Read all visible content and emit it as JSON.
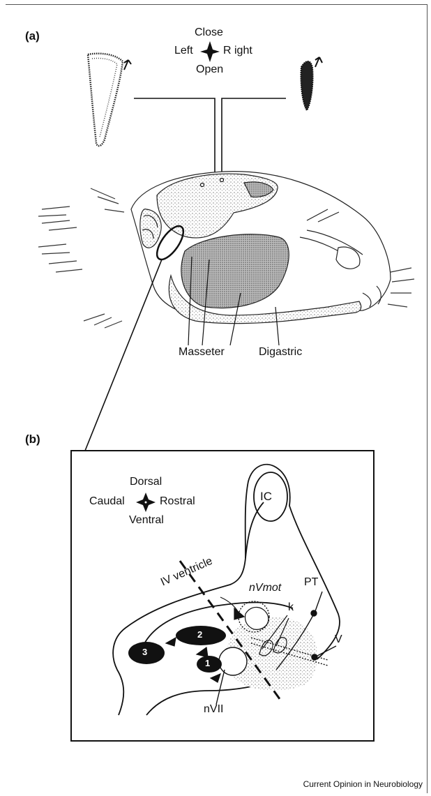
{
  "panel_a": {
    "label": "(a)",
    "compass": {
      "top": "Close",
      "left": "Left",
      "right": "R ight",
      "bottom": "Open"
    },
    "muscle_labels": {
      "masseter": "Masseter",
      "digastric": "Digastric"
    }
  },
  "panel_b": {
    "label": "(b)",
    "compass": {
      "top": "Dorsal",
      "left": "Caudal",
      "right": "Rostral",
      "bottom": "Ventral"
    },
    "structures": {
      "ic": "IC",
      "ventricle": "IV ventricle",
      "nvmot": "nVmot",
      "k": "k",
      "pt": "PT",
      "v": "V",
      "nvii": "nVII"
    },
    "nuclei": [
      "1",
      "2",
      "3"
    ]
  },
  "credit": "Current Opinion in Neurobiology",
  "colors": {
    "ink": "#111111",
    "stipple": "#7a7a7a",
    "paper": "#ffffff"
  }
}
